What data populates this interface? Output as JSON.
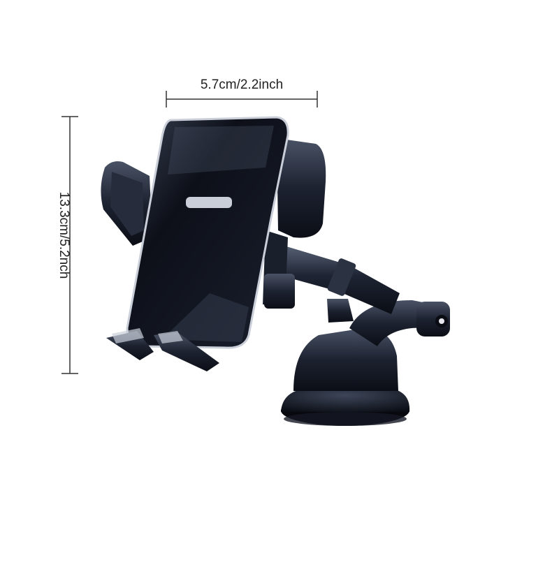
{
  "dimensions": {
    "width_label": "5.7cm/2.2inch",
    "height_label": "13.3cm/5.2nch"
  },
  "product": {
    "icon": "car-phone-holder",
    "colors": {
      "body": "#1c2130",
      "highlight": "#c9ced8",
      "shadow": "#0a0d14",
      "background": "#ffffff"
    }
  }
}
